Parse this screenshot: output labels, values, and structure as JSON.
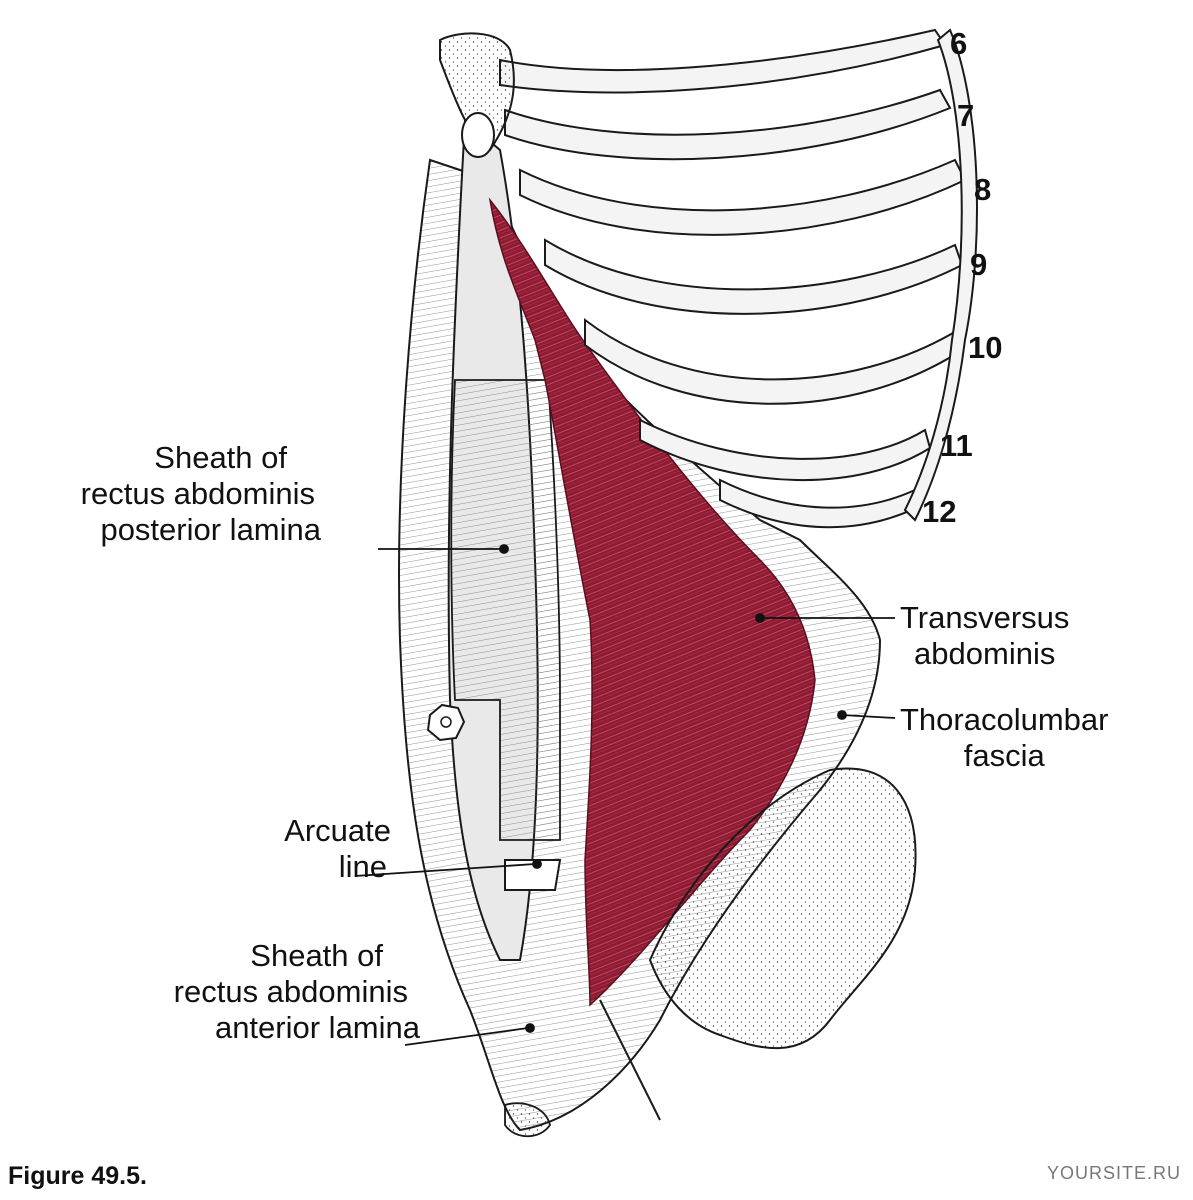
{
  "figure": {
    "caption": "Figure 49.5.",
    "watermark": "YOURSITE.RU",
    "rib_numbers": [
      "6",
      "7",
      "8",
      "9",
      "10",
      "11",
      "12"
    ],
    "labels": {
      "sheath_posterior": [
        "Sheath of",
        "rectus abdominis",
        "posterior lamina"
      ],
      "transversus": [
        "Transversus",
        "abdominis"
      ],
      "thoracolumbar": [
        "Thoracolumbar",
        "fascia"
      ],
      "arcuate": [
        "Arcuate",
        "line"
      ],
      "sheath_anterior": [
        "Sheath of",
        "rectus abdominis",
        "anterior lamina"
      ]
    },
    "colors": {
      "muscle": "#8b1c33",
      "muscle_fiber": "#d0485e",
      "bone_fill": "#f4f4f4",
      "ink": "#1a1a1a"
    }
  }
}
